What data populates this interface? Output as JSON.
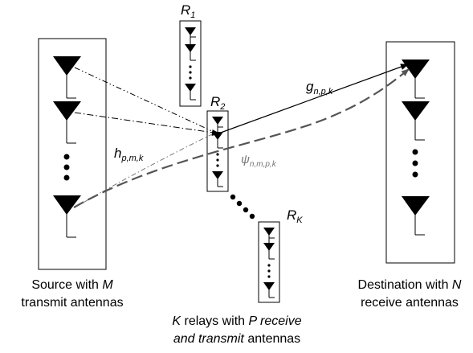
{
  "source_caption": {
    "line1": "Source with ",
    "line1_var": "M",
    "line2": "transmit antennas"
  },
  "destination_caption": {
    "line1": "Destination with ",
    "line1_var": "N",
    "line2": "receive antennas"
  },
  "relays_caption": {
    "line1_var": "K",
    "line1_mid": " relays with ",
    "line1_var2": "P receive",
    "line2_italic": "and transmit",
    "line2_rest": " antennas"
  },
  "relay_labels": {
    "r1_base": "R",
    "r1_sub": "1",
    "r2_base": "R",
    "r2_sub": "2",
    "rk_base": "R",
    "rk_sub": "K"
  },
  "channel_labels": {
    "h_base": "h",
    "h_sub": "p,m,k",
    "g_base": "g",
    "g_sub": "n,p,k",
    "psi_base": "ψ",
    "psi_sub": "n,m,p,k"
  }
}
